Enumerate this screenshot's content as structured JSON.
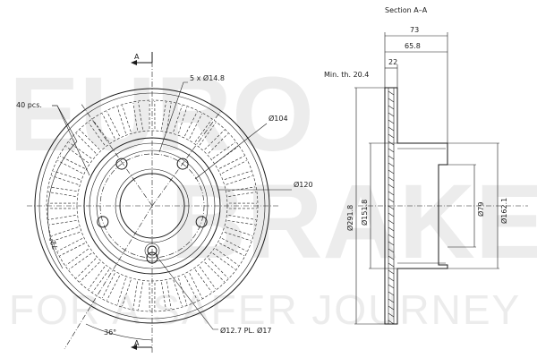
{
  "watermark": {
    "line1": "EURO",
    "line2": "BRAKE",
    "line3": "FOR A SAFER JOURNEY"
  },
  "front_view": {
    "section_marker": "A",
    "vanes_label": "40 pcs.",
    "bolt_holes_label": "5 x Ø14.8",
    "pcd_label": "Ø104",
    "hub_label": "Ø120",
    "angle_top_label": "72°",
    "angle_bottom_label": "36°",
    "center_hole_label": "Ø12.7  PL.  Ø17"
  },
  "section_view": {
    "title": "Section A–A",
    "overall_height": "73",
    "hat_height": "65.8",
    "disc_thickness": "22",
    "min_thickness": "Min. th. 20.4",
    "outer_diameter": "Ø291.8",
    "inner_diameter": "Ø151.8",
    "bore_diameter": "Ø79",
    "hat_diameter": "Ø162.1"
  }
}
